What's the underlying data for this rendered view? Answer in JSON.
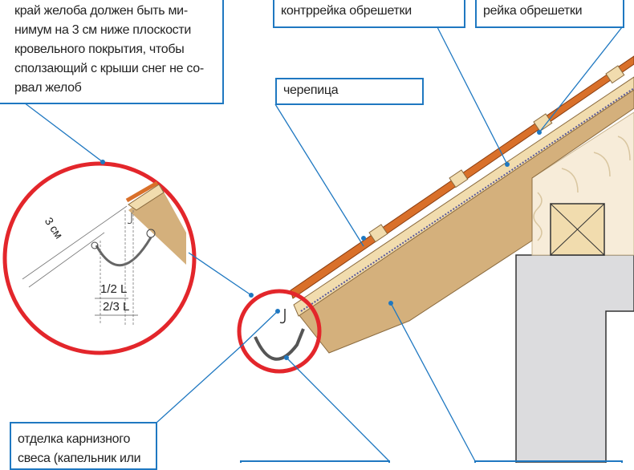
{
  "labels": {
    "gutter_note": [
      "край желоба должен быть ми-",
      "нимум на 3 см ниже плоскости",
      "кровельного покрытия, чтобы",
      "сползающий с крыши снег не со-",
      "рвал желоб"
    ],
    "counter_batten": "контррейка обрешетки",
    "batten": "рейка обрешетки",
    "tile": "черепица",
    "eave_finish": [
      "отделка карнизного",
      "свеса (капельник или"
    ]
  },
  "dimensions": {
    "offset": "3 см",
    "half": "1/2 L",
    "two_thirds": "2/3 L"
  },
  "colors": {
    "leader": "#1f78c1",
    "highlight": "#e3262b",
    "tile": "#d9702a",
    "rafter": "#d4b07c",
    "batten": "#f1dcae",
    "wall": "#dcdcde"
  }
}
